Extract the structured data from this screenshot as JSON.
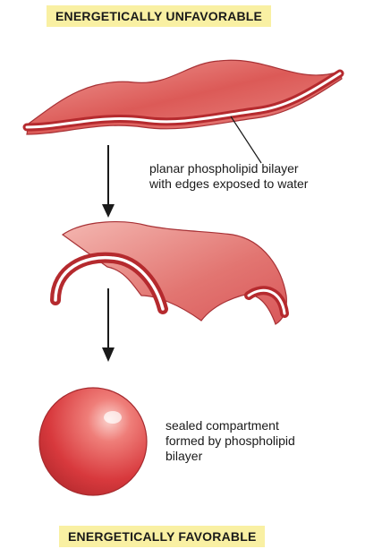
{
  "top_banner": "ENERGETICALLY UNFAVORABLE",
  "bottom_banner": "ENERGETICALLY FAVORABLE",
  "labels": {
    "planar": [
      "planar phospholipid bilayer",
      "with edges exposed to water"
    ],
    "sealed": [
      "sealed compartment",
      "formed by phospholipid",
      "bilayer"
    ]
  },
  "colors": {
    "membrane": "#d9494b",
    "membrane_dark": "#b52a2e",
    "membrane_light": "#f0a6a2",
    "banner": "#f9f0a3"
  }
}
